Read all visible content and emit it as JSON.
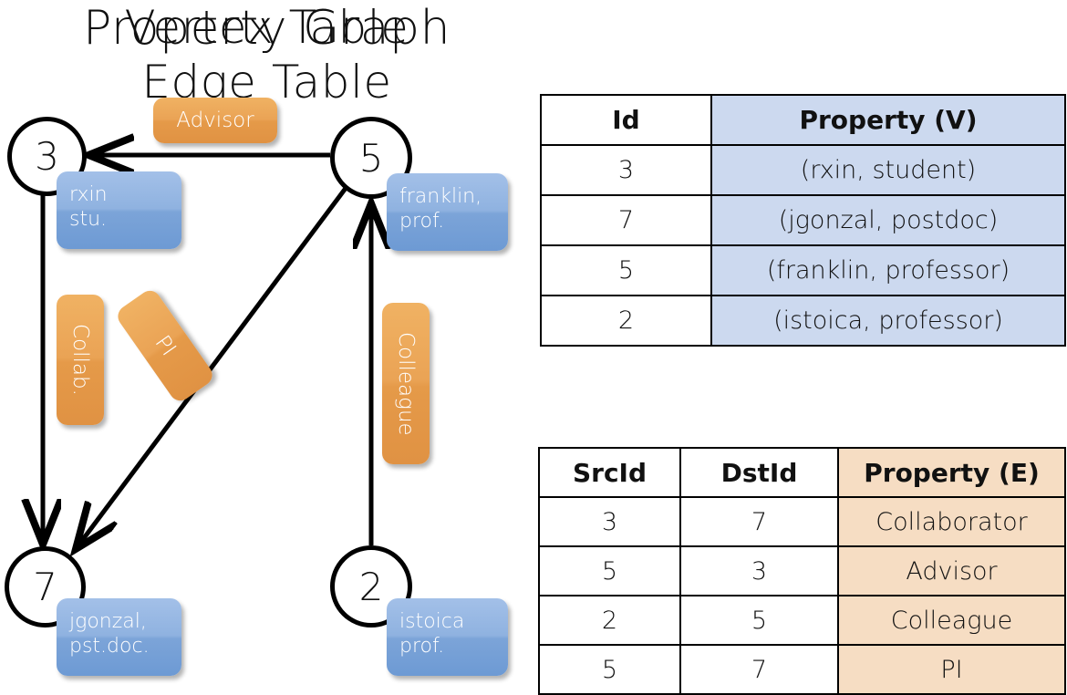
{
  "titles": {
    "property_graph": "Property Graph",
    "vertex_table": "Vertex Table",
    "edge_table": "Edge Table"
  },
  "graph": {
    "nodes": [
      {
        "id": "3",
        "label_line1": "rxin",
        "label_line2": "stu."
      },
      {
        "id": "5",
        "label_line1": "franklin,",
        "label_line2": "prof."
      },
      {
        "id": "7",
        "label_line1": "jgonzal,",
        "label_line2": "pst.doc."
      },
      {
        "id": "2",
        "label_line1": "istoica",
        "label_line2": "prof."
      }
    ],
    "edge_labels": [
      {
        "text": "Advisor"
      },
      {
        "text": "Collab."
      },
      {
        "text": "PI"
      },
      {
        "text": "Colleague"
      }
    ]
  },
  "vertex_table": {
    "headers": [
      "Id",
      "Property (V)"
    ],
    "rows": [
      [
        "3",
        "(rxin, student)"
      ],
      [
        "7",
        "(jgonzal, postdoc)"
      ],
      [
        "5",
        "(franklin, professor)"
      ],
      [
        "2",
        "(istoica, professor)"
      ]
    ]
  },
  "edge_table": {
    "headers": [
      "SrcId",
      "DstId",
      "Property (E)"
    ],
    "rows": [
      [
        "3",
        "7",
        "Collaborator"
      ],
      [
        "5",
        "3",
        "Advisor"
      ],
      [
        "2",
        "5",
        "Colleague"
      ],
      [
        "5",
        "7",
        "PI"
      ]
    ]
  },
  "colors": {
    "vertex_property_fill": "#8fb2e0",
    "edge_property_fill": "#eaa355",
    "vertex_table_accent": "#ccd9ef",
    "edge_table_accent": "#f6ddc3",
    "stroke": "#000000"
  }
}
